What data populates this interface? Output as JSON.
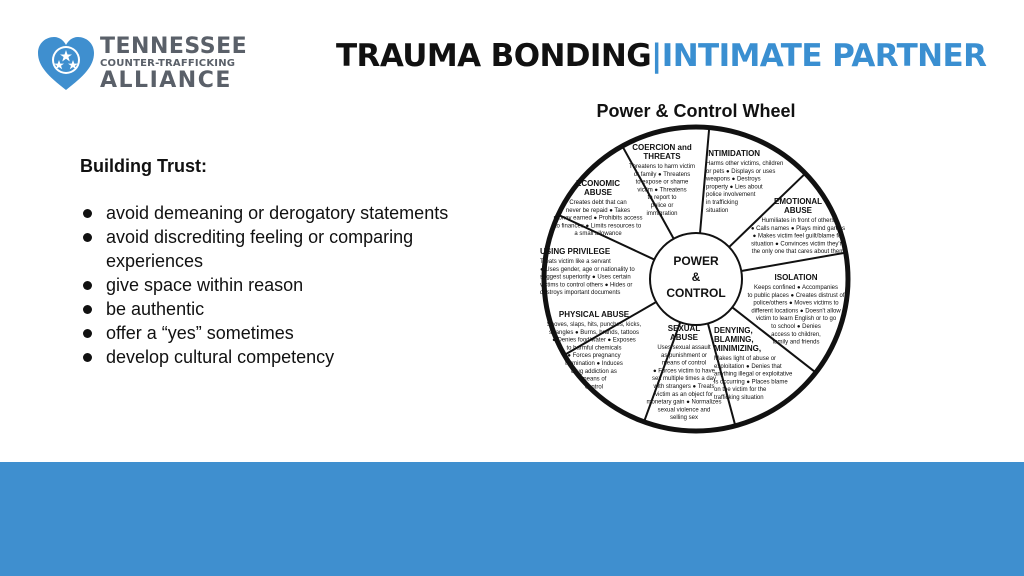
{
  "logo": {
    "line1": "TENNESSEE",
    "line2": "COUNTER-TRAFFICKING",
    "line3": "ALLIANCE",
    "heart_color": "#3f8fcf",
    "icon": "tennessee-heart-stars-icon"
  },
  "title": {
    "part1": "TRAUMA BONDING",
    "separator": "|",
    "part2": "INTIMATE PARTNER",
    "accent_color": "#3a8fd1"
  },
  "left": {
    "heading": "Building Trust:",
    "bullets": [
      "avoid demeaning or derogatory statements",
      "avoid discrediting feeling or comparing experiences",
      "give space within reason",
      "be authentic",
      "offer a “yes” sometimes",
      "develop cultural competency"
    ]
  },
  "wheel": {
    "title": "Power & Control Wheel",
    "hub": [
      "POWER",
      "&",
      "CONTROL"
    ],
    "spokes": [
      {
        "title": [
          "COERCION and",
          "THREATS"
        ],
        "body": [
          "Threatens to harm victim",
          "or family ● Threatens",
          "to expose or shame",
          "victim ● Threatens",
          "to report to",
          "police or",
          "immigration"
        ]
      },
      {
        "title": [
          "INTIMIDATION"
        ],
        "body": [
          "Harms other victims, children",
          "or pets ● Displays or uses",
          "weapons ● Destroys",
          "property ● Lies about",
          "police involvement",
          "in trafficking",
          "situation"
        ]
      },
      {
        "title": [
          "EMOTIONAL",
          "ABUSE"
        ],
        "body": [
          "Humiliates in front of others",
          "● Calls names ● Plays mind games",
          "● Makes victim feel guilt/blame for",
          "situation ● Convinces victim they're",
          "the only one that cares about them"
        ]
      },
      {
        "title": [
          "ISOLATION"
        ],
        "body": [
          "Keeps confined ● Accompanies",
          "to public places ● Creates distrust of",
          "police/others ● Moves victims to",
          "different locations ● Doesn't allow",
          "victim to learn English or to go",
          "to school ● Denies",
          "access to children,",
          "family and friends"
        ]
      },
      {
        "title": [
          "DENYING,",
          "BLAMING,",
          "MINIMIZING,"
        ],
        "body": [
          "Makes light of abuse or",
          "exploitation ● Denies that",
          "anything illegal or exploitative",
          "is occurring ● Places blame",
          "on the victim for the",
          "trafficking situation"
        ]
      },
      {
        "title": [
          "SEXUAL",
          "ABUSE"
        ],
        "body": [
          "Uses sexual assault",
          "as punishment or",
          "means of control",
          "● Forces victim to have",
          "sex multiple times a day",
          "with strangers ● Treats",
          "victim as an object for",
          "monetary gain ● Normalizes",
          "sexual violence and",
          "selling sex"
        ]
      },
      {
        "title": [
          "PHYSICAL ABUSE"
        ],
        "body": [
          "Shoves, slaps, hits, punches, kicks,",
          "strangles ● Burns, brands, tattoos",
          "● Denies food/water ● Exposes",
          "to harmful chemicals",
          "● Forces pregnancy",
          "termination ● Induces",
          "drug addiction as",
          "means of",
          "control"
        ]
      },
      {
        "title": [
          "USING PRIVILEGE"
        ],
        "body": [
          "Treats victim like a servant",
          "● Uses gender, age or nationality to",
          "suggest superiority ● Uses certain",
          "victims to control others ● Hides or",
          "destroys important documents"
        ]
      },
      {
        "title": [
          "ECONOMIC",
          "ABUSE"
        ],
        "body": [
          "Creates debt that can",
          "never be repaid ● Takes",
          "money earned ● Prohibits access",
          "to finances ● Limits resources to",
          "a small allowance"
        ]
      }
    ]
  },
  "footer": {
    "color": "#3f8fcf"
  }
}
